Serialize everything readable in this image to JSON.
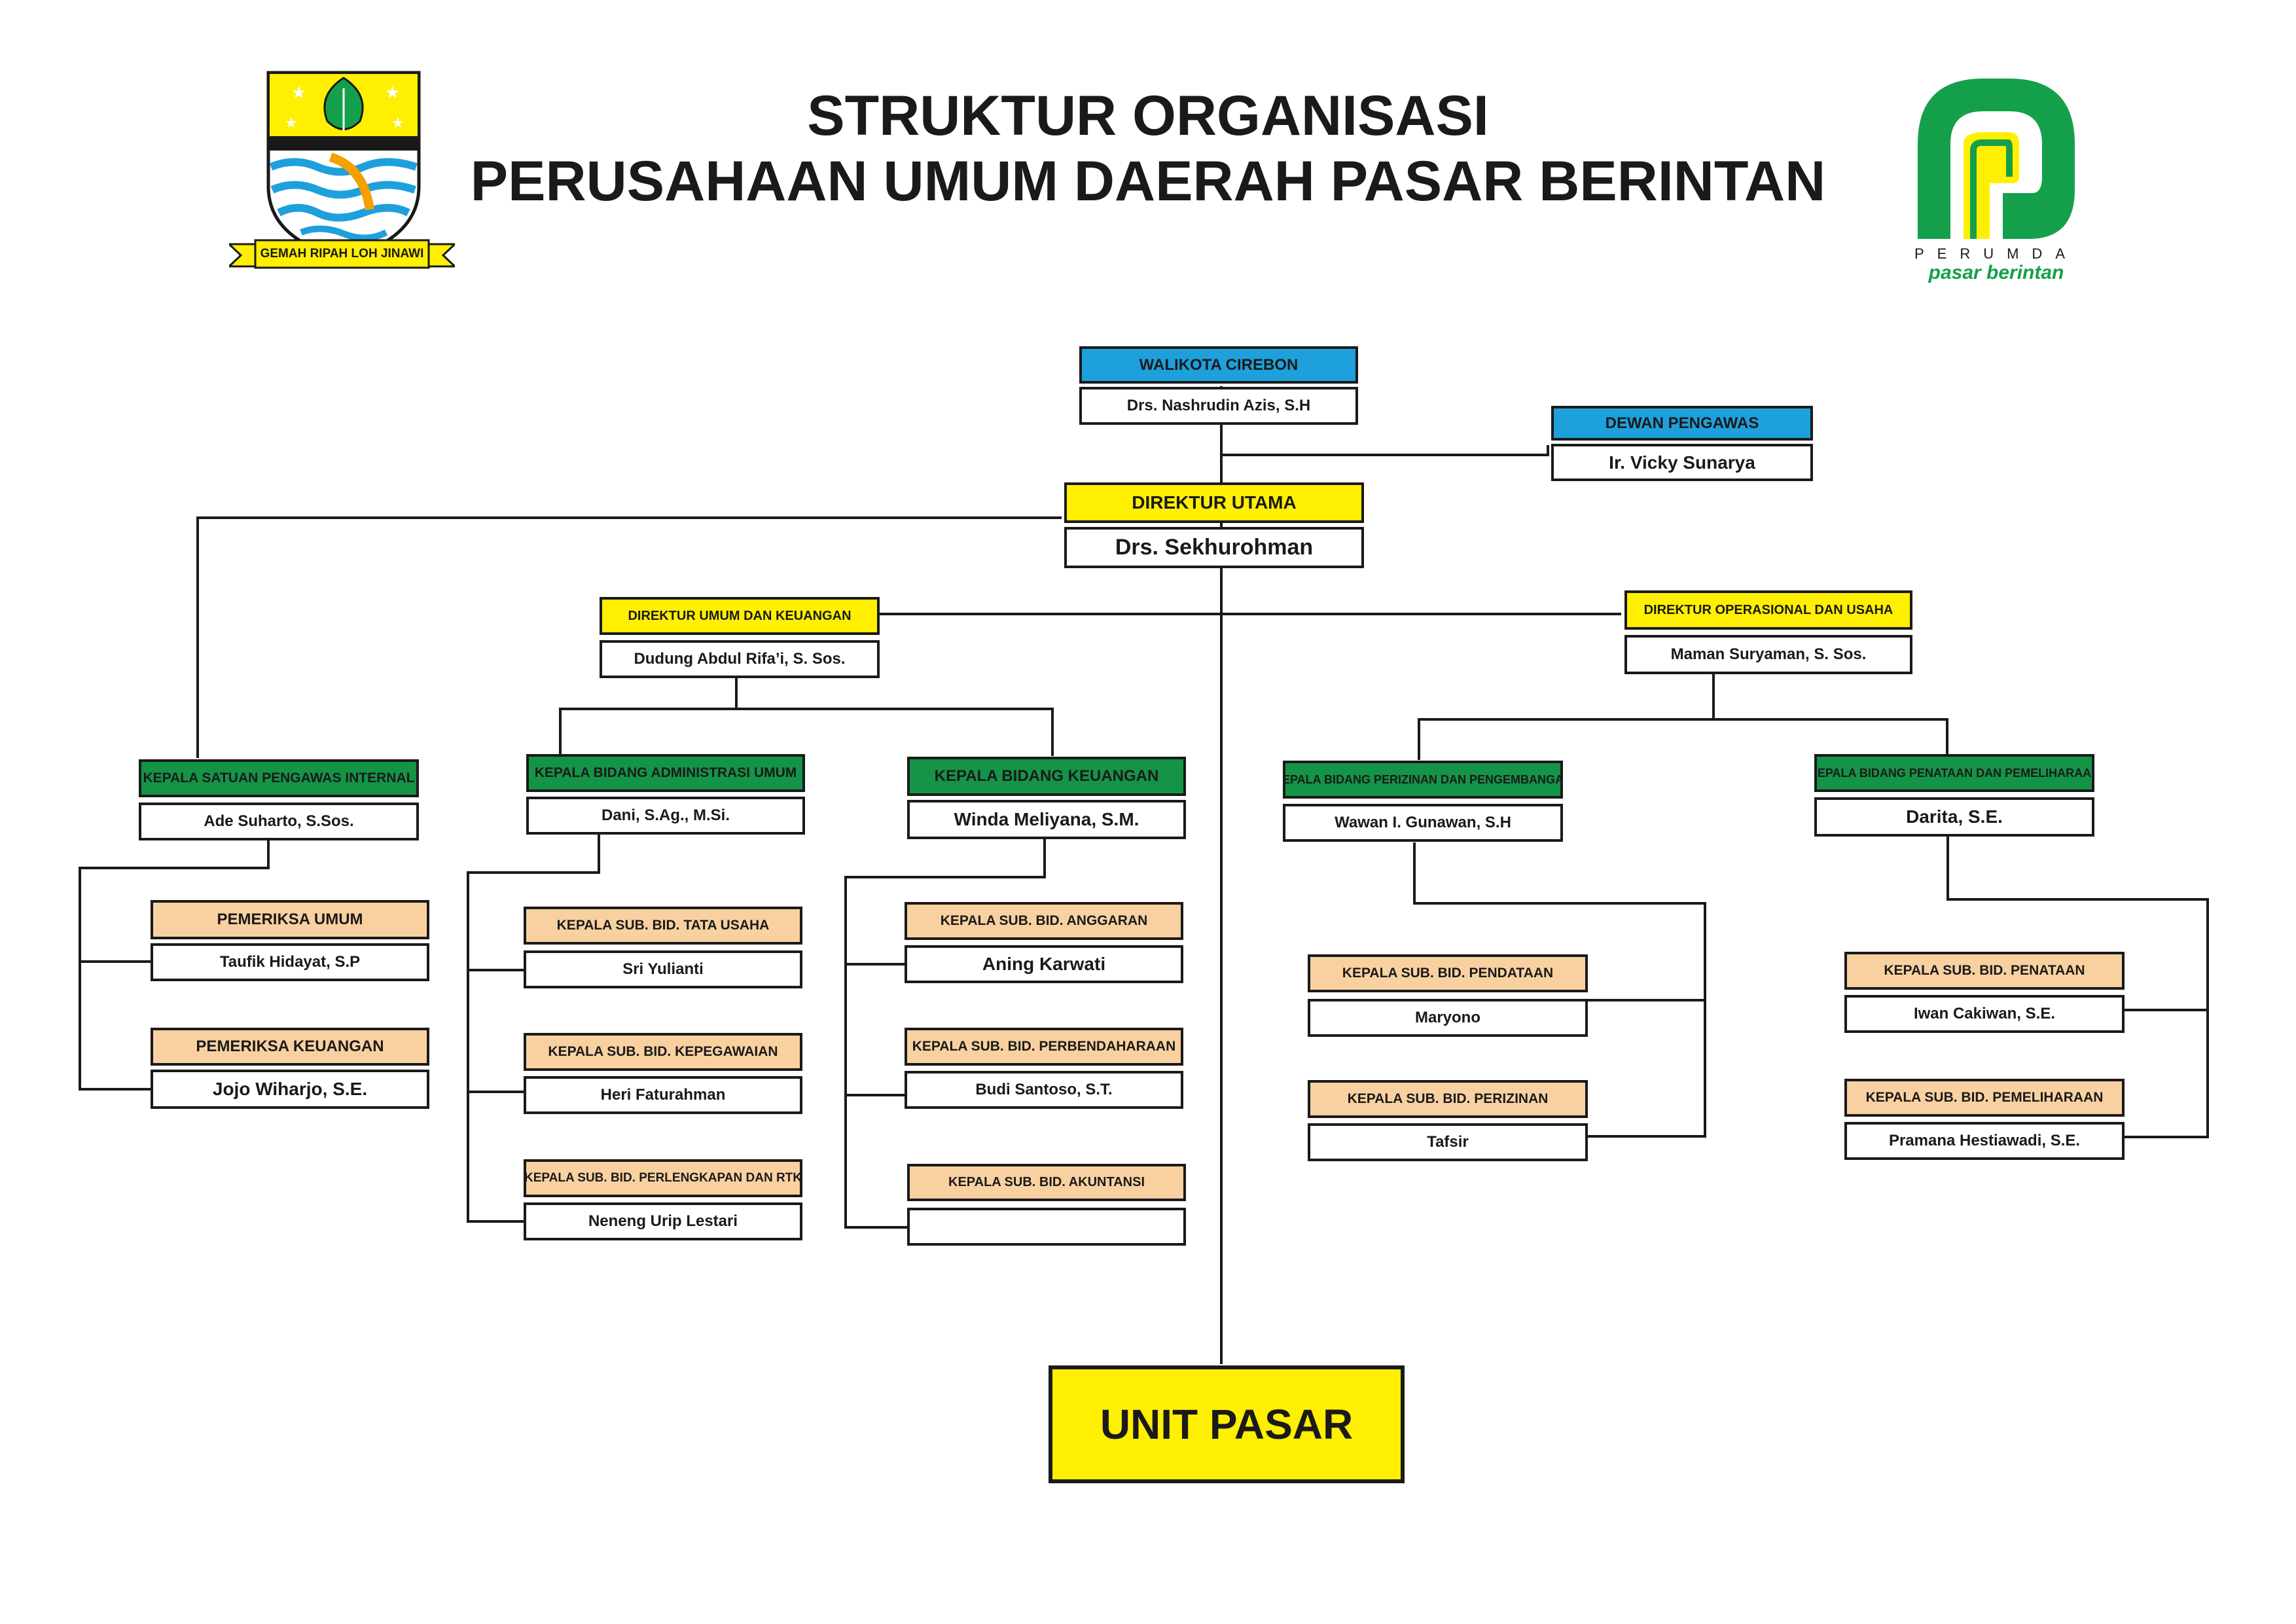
{
  "header": {
    "title_line1": "STRUKTUR ORGANISASI",
    "title_line2": "PERUSAHAAN UMUM DAERAH PASAR BERINTAN"
  },
  "left_logo": {
    "motto": "GEMAH RIPAH LOH JINAWI"
  },
  "right_logo": {
    "subtitle": "PERUMDA",
    "brand": "pasar berintan"
  },
  "colors": {
    "blue": "#1ea0dc",
    "yellow": "#ffef00",
    "green": "#149447",
    "peach": "#f9d1a1",
    "logo_green": "#14a04a"
  },
  "walikota": {
    "title": "WALIKOTA CIREBON",
    "name": "Drs. Nashrudin Azis, S.H"
  },
  "dewan": {
    "title": "DEWAN PENGAWAS",
    "name": "Ir. Vicky Sunarya"
  },
  "direktur_utama": {
    "title": "DIREKTUR UTAMA",
    "name": "Drs. Sekhurohman"
  },
  "dir_umum": {
    "title": "DIREKTUR UMUM DAN KEUANGAN",
    "name": "Dudung Abdul Rifa’i, S. Sos."
  },
  "dir_ops": {
    "title": "DIREKTUR OPERASIONAL DAN USAHA",
    "name": "Maman Suryaman, S. Sos."
  },
  "spi": {
    "title": "KEPALA SATUAN PENGAWAS INTERNAL",
    "name": "Ade Suharto, S.Sos."
  },
  "pemeriksa_umum": {
    "title": "PEMERIKSA UMUM",
    "name": "Taufik Hidayat, S.P"
  },
  "pemeriksa_keuangan": {
    "title": "PEMERIKSA KEUANGAN",
    "name": "Jojo Wiharjo, S.E."
  },
  "administrasi": {
    "title": "KEPALA BIDANG ADMINISTRASI UMUM",
    "name": "Dani, S.Ag., M.Si."
  },
  "tata_usaha": {
    "title": "KEPALA SUB. BID. TATA USAHA",
    "name": "Sri Yulianti"
  },
  "kepegawaian": {
    "title": "KEPALA SUB. BID. KEPEGAWAIAN",
    "name": "Heri Faturahman"
  },
  "perlengkapan": {
    "title": "KEPALA SUB. BID. PERLENGKAPAN DAN RTK",
    "name": "Neneng Urip Lestari"
  },
  "keuangan": {
    "title": "KEPALA BIDANG KEUANGAN",
    "name": "Winda Meliyana, S.M."
  },
  "anggaran": {
    "title": "KEPALA SUB. BID. ANGGARAN",
    "name": "Aning Karwati"
  },
  "perbendaharaan": {
    "title": "KEPALA SUB. BID. PERBENDAHARAAN",
    "name": "Budi Santoso, S.T."
  },
  "akuntansi": {
    "title": "KEPALA SUB. BID. AKUNTANSI",
    "name": ""
  },
  "perizinan_bid": {
    "title": "KEPALA BIDANG PERIZINAN DAN PENGEMBANGAN",
    "name": "Wawan I. Gunawan, S.H"
  },
  "pendataan": {
    "title": "KEPALA SUB. BID. PENDATAAN",
    "name": "Maryono"
  },
  "perizinan": {
    "title": "KEPALA SUB. BID. PERIZINAN",
    "name": "Tafsir"
  },
  "penataan_bid": {
    "title": "KEPALA BIDANG PENATAAN  DAN PEMELIHARAAN",
    "name": "Darita, S.E."
  },
  "penataan": {
    "title": "KEPALA SUB. BID. PENATAAN",
    "name": "Iwan Cakiwan, S.E."
  },
  "pemeliharaan": {
    "title": "KEPALA SUB. BID. PEMELIHARAAN",
    "name": "Pramana Hestiawadi, S.E."
  },
  "unit": {
    "label": "UNIT PASAR"
  }
}
